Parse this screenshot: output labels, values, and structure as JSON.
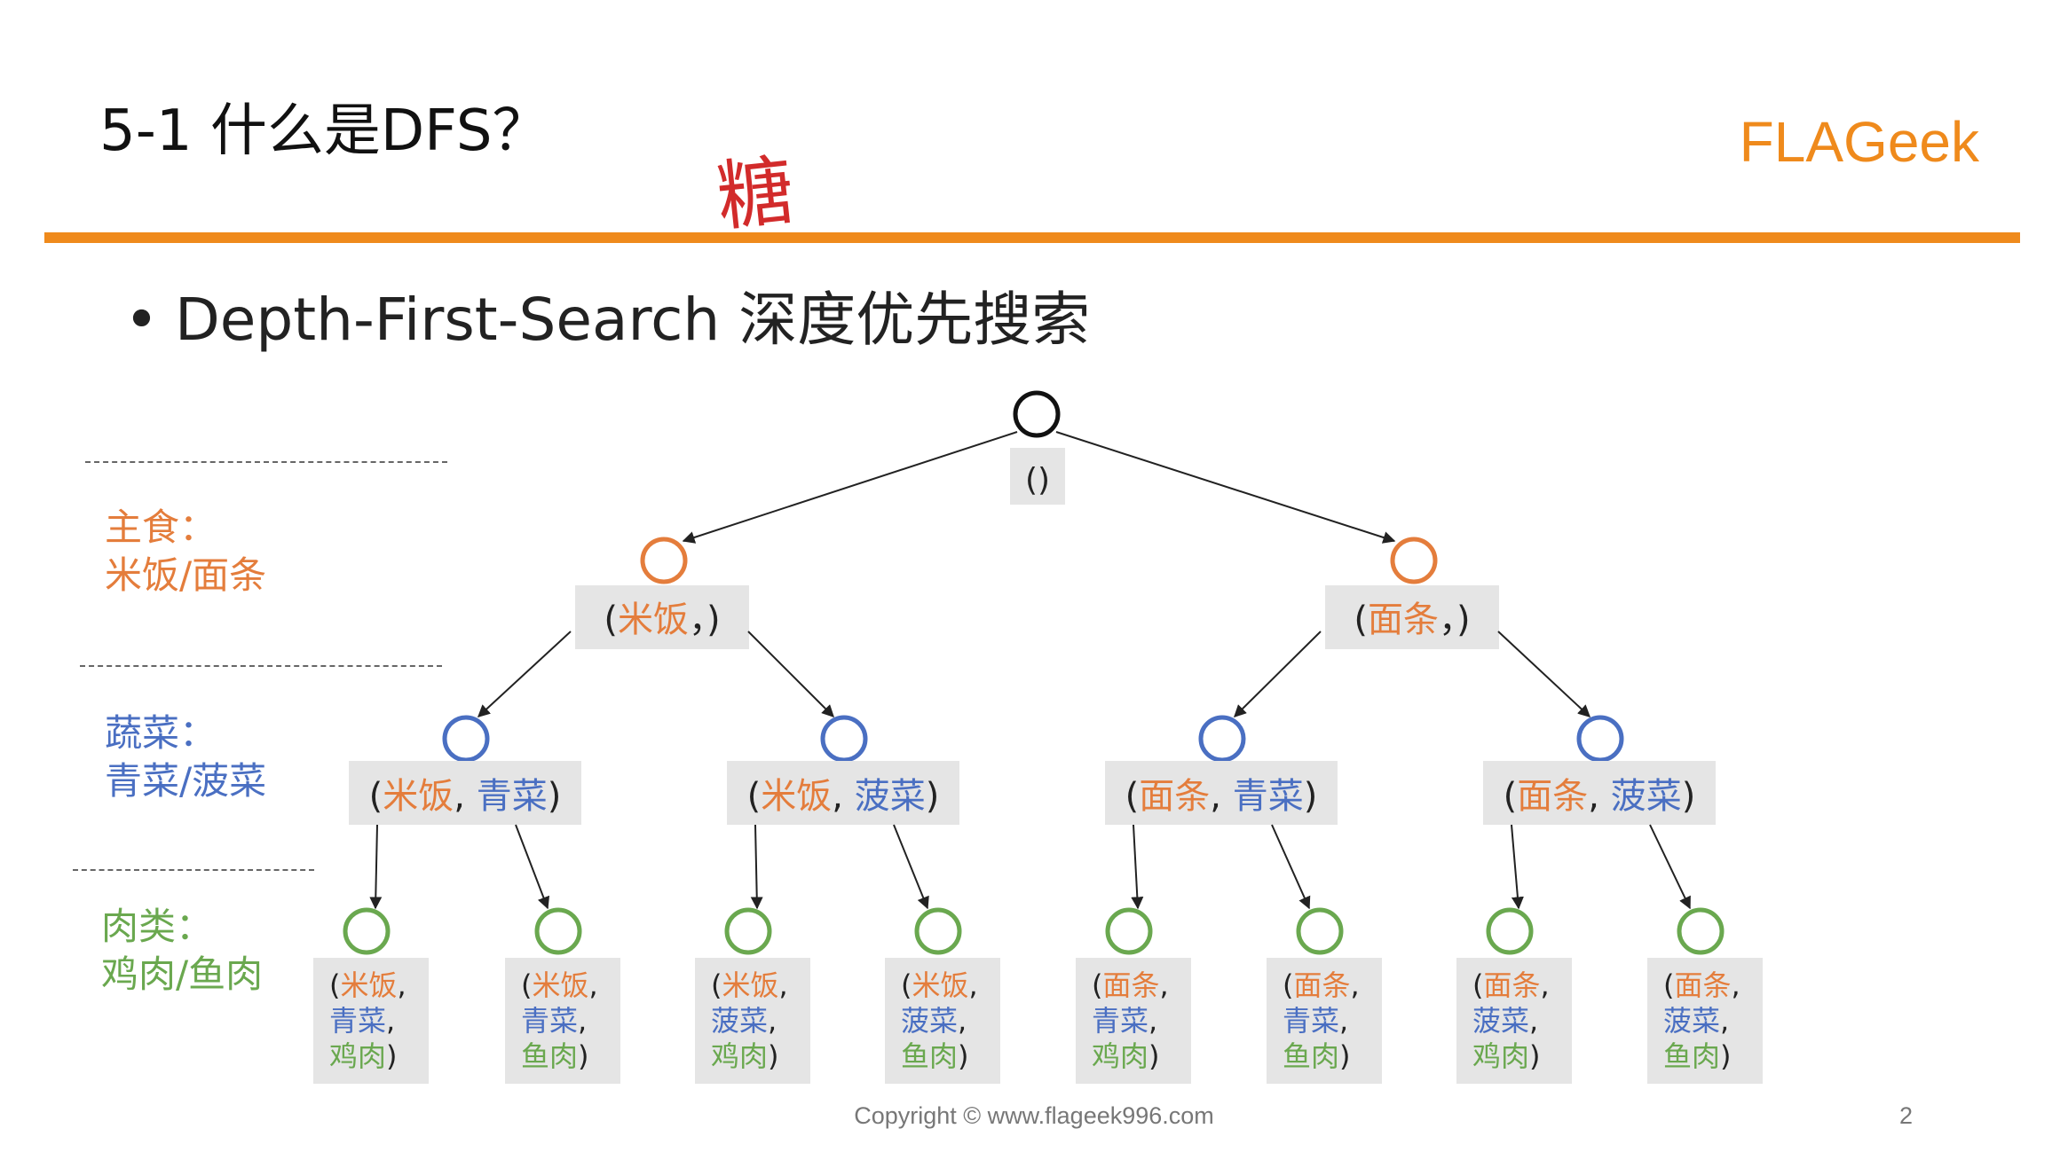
{
  "slide": {
    "title": "5-1 什么是DFS？",
    "brand": "FLAGeek",
    "bullet": "Depth-First-Search 深度优先搜索",
    "handwriting": "糖",
    "footer": "Copyright © www.flageek996.com",
    "page_number": "2"
  },
  "levels": [
    {
      "line1": "主食：",
      "line2": "米饭/面条",
      "color": "#e47d3c"
    },
    {
      "line1": "蔬菜：",
      "line2": "青菜/菠菜",
      "color": "#4a6fc2"
    },
    {
      "line1": "肉类：",
      "line2": "鸡肉/鱼肉",
      "color": "#6aa84f"
    }
  ],
  "colors": {
    "orange": "#e47d3c",
    "blue": "#4a6fc2",
    "green": "#6aa84f",
    "root": "#111111",
    "accent": "#ef8a1c",
    "handwriting": "#d22b2b"
  },
  "tree": {
    "root": {
      "label": "()"
    },
    "level1": [
      {
        "parts": [
          {
            "t": "(",
            "c": "k"
          },
          {
            "t": "米饭",
            "c": "o"
          },
          {
            "t": "，)",
            "c": "k"
          }
        ]
      },
      {
        "parts": [
          {
            "t": "(",
            "c": "k"
          },
          {
            "t": "面条",
            "c": "o"
          },
          {
            "t": "，)",
            "c": "k"
          }
        ]
      }
    ],
    "level2": [
      {
        "parts": [
          {
            "t": "(",
            "c": "k"
          },
          {
            "t": "米饭",
            "c": "o"
          },
          {
            "t": ", ",
            "c": "k"
          },
          {
            "t": "青菜",
            "c": "b"
          },
          {
            "t": ")",
            "c": "k"
          }
        ]
      },
      {
        "parts": [
          {
            "t": "(",
            "c": "k"
          },
          {
            "t": "米饭",
            "c": "o"
          },
          {
            "t": ", ",
            "c": "k"
          },
          {
            "t": "菠菜",
            "c": "b"
          },
          {
            "t": ")",
            "c": "k"
          }
        ]
      },
      {
        "parts": [
          {
            "t": "(",
            "c": "k"
          },
          {
            "t": "面条",
            "c": "o"
          },
          {
            "t": ", ",
            "c": "k"
          },
          {
            "t": "青菜",
            "c": "b"
          },
          {
            "t": ")",
            "c": "k"
          }
        ]
      },
      {
        "parts": [
          {
            "t": "(",
            "c": "k"
          },
          {
            "t": "面条",
            "c": "o"
          },
          {
            "t": ", ",
            "c": "k"
          },
          {
            "t": "菠菜",
            "c": "b"
          },
          {
            "t": ")",
            "c": "k"
          }
        ]
      }
    ],
    "level3": [
      {
        "l1": "米饭",
        "l2": "青菜",
        "l3": "鸡肉"
      },
      {
        "l1": "米饭",
        "l2": "青菜",
        "l3": "鱼肉"
      },
      {
        "l1": "米饭",
        "l2": "菠菜",
        "l3": "鸡肉"
      },
      {
        "l1": "米饭",
        "l2": "菠菜",
        "l3": "鱼肉"
      },
      {
        "l1": "面条",
        "l2": "青菜",
        "l3": "鸡肉"
      },
      {
        "l1": "面条",
        "l2": "青菜",
        "l3": "鱼肉"
      },
      {
        "l1": "面条",
        "l2": "菠菜",
        "l3": "鸡肉"
      },
      {
        "l1": "面条",
        "l2": "菠菜",
        "l3": "鱼肉"
      }
    ]
  }
}
